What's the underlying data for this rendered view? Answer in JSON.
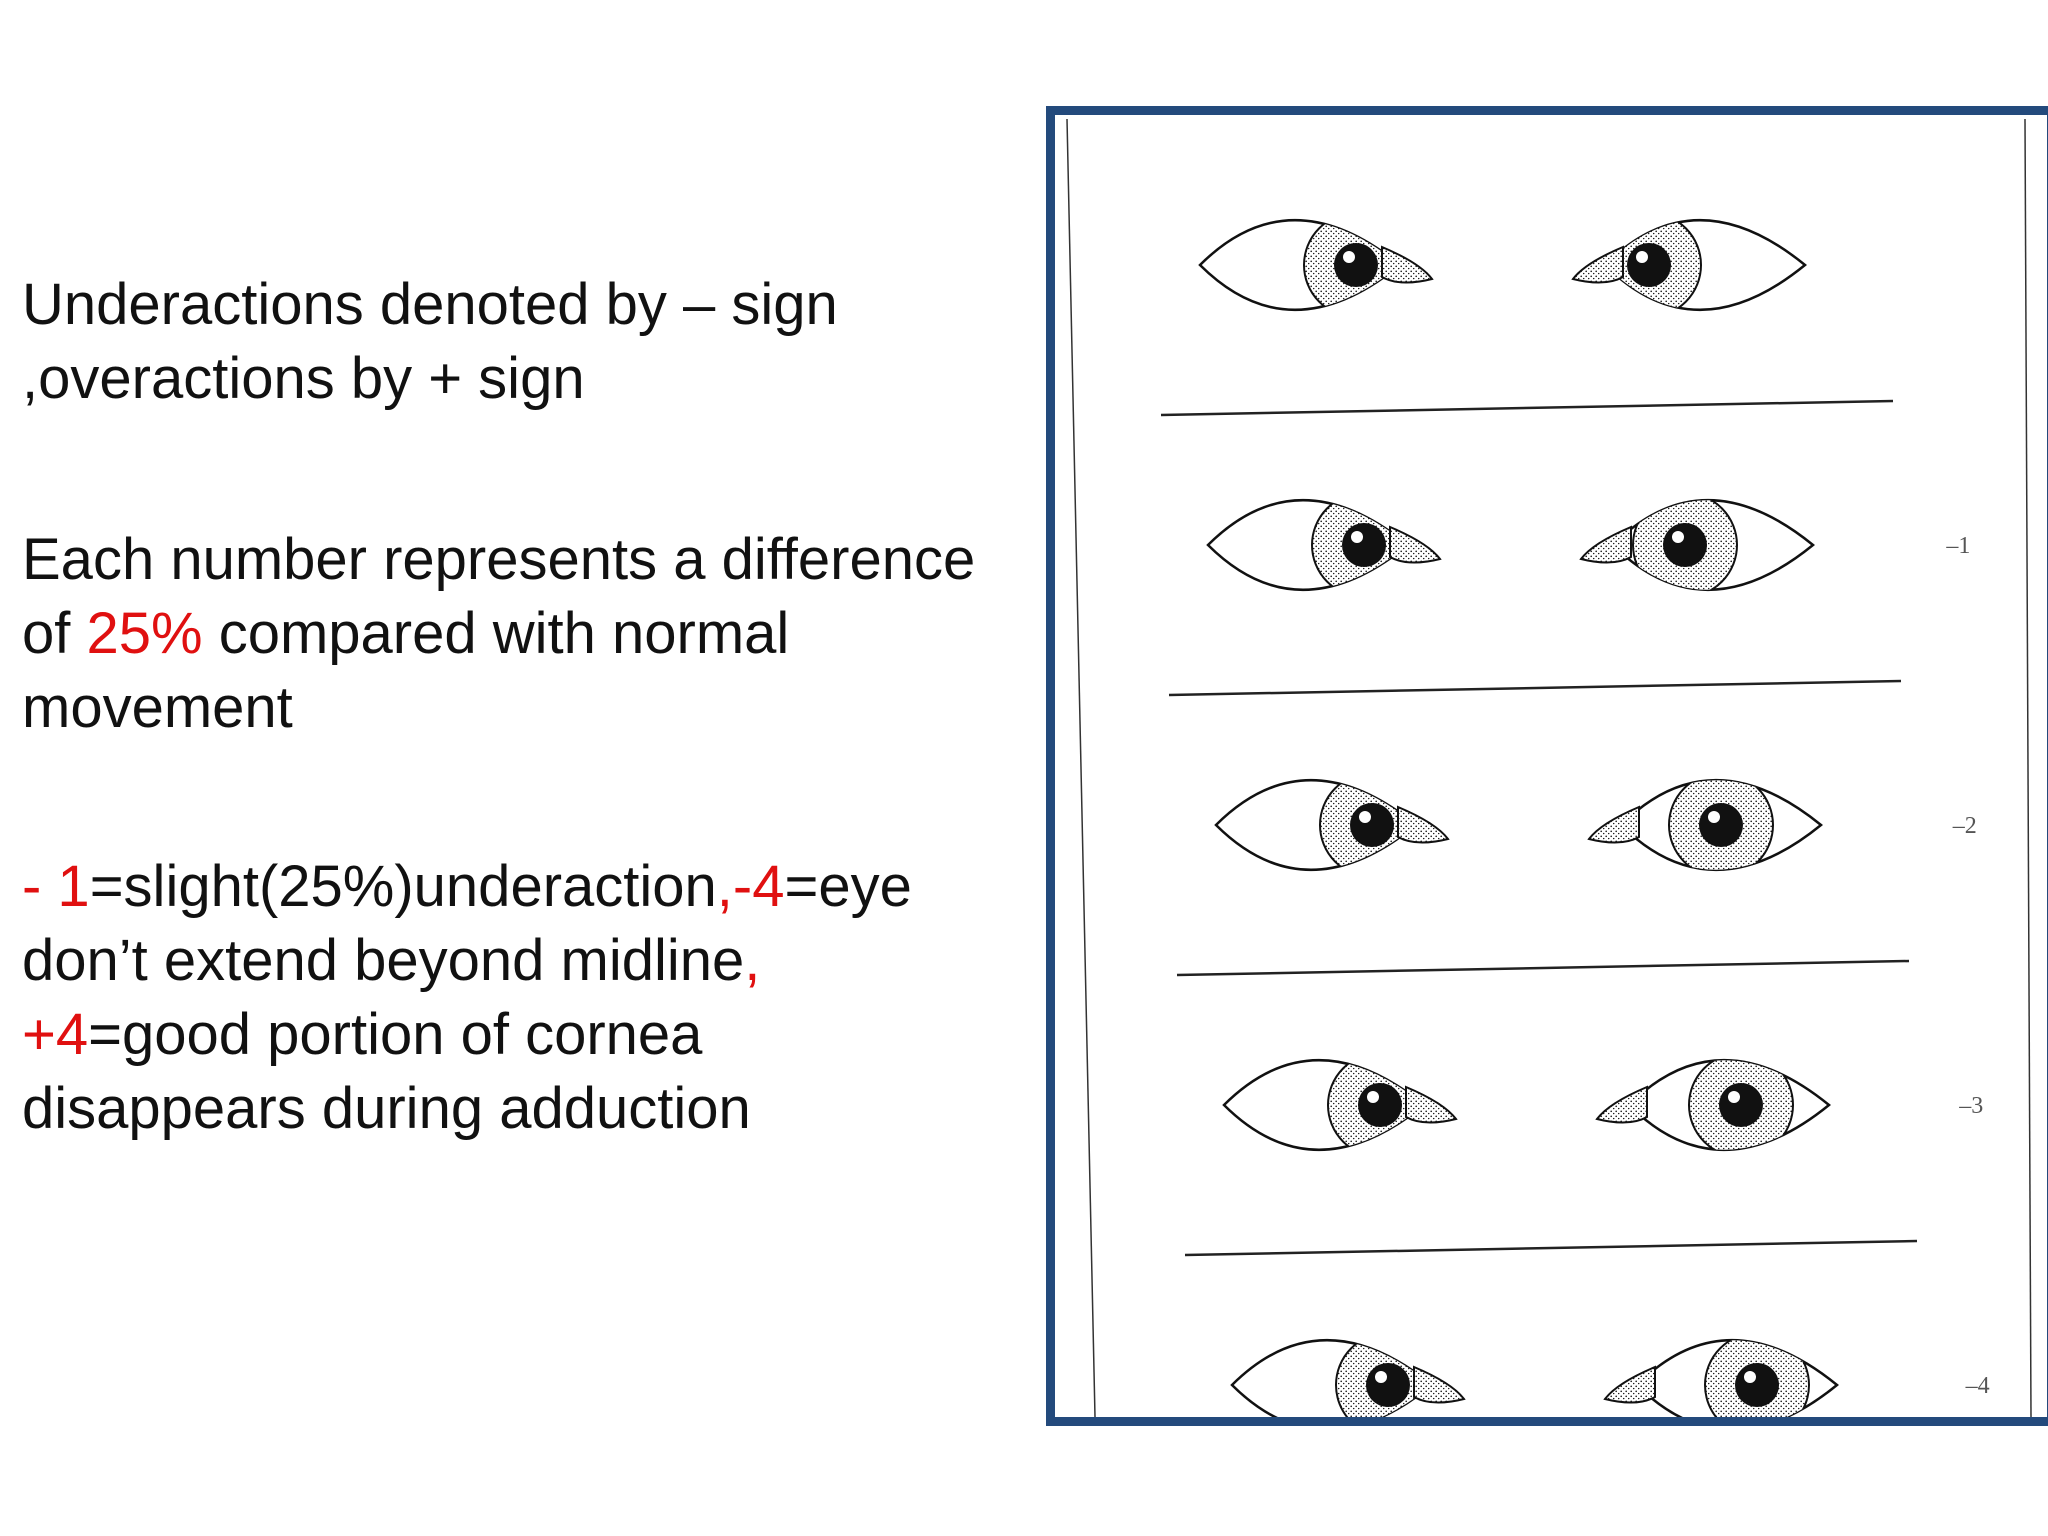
{
  "paragraph1": {
    "line1": "Underactions denoted by – sign",
    "line2": ",overactions by + sign"
  },
  "paragraph2": {
    "line1": "Each number represents a difference",
    "line2_prefix": "of ",
    "line2_highlight": "25%",
    "line2_suffix": " compared with normal",
    "line3": "movement"
  },
  "paragraph3": {
    "seg1_red": "- 1",
    "seg2": "=slight(25%)underaction",
    "seg3_red": ",-4",
    "seg4": "=eye",
    "line2_text": "don’t extend beyond midline",
    "line2_red_comma": ",",
    "line3_red": "+4",
    "line3_text": "=good portion of cornea",
    "line4": "disappears during adduction"
  },
  "figure": {
    "rows": [
      {
        "label": "",
        "left_iris": 0.78,
        "right_iris": 0.22
      },
      {
        "label": "–1",
        "left_iris": 0.78,
        "right_iris": 0.36
      },
      {
        "label": "–2",
        "left_iris": 0.78,
        "right_iris": 0.5
      },
      {
        "label": "–3",
        "left_iris": 0.78,
        "right_iris": 0.56
      },
      {
        "label": "–4",
        "left_iris": 0.78,
        "right_iris": 0.6
      }
    ]
  },
  "colors": {
    "frame_border": "#234a7c",
    "highlight_red": "#e01010",
    "text": "#111111"
  }
}
